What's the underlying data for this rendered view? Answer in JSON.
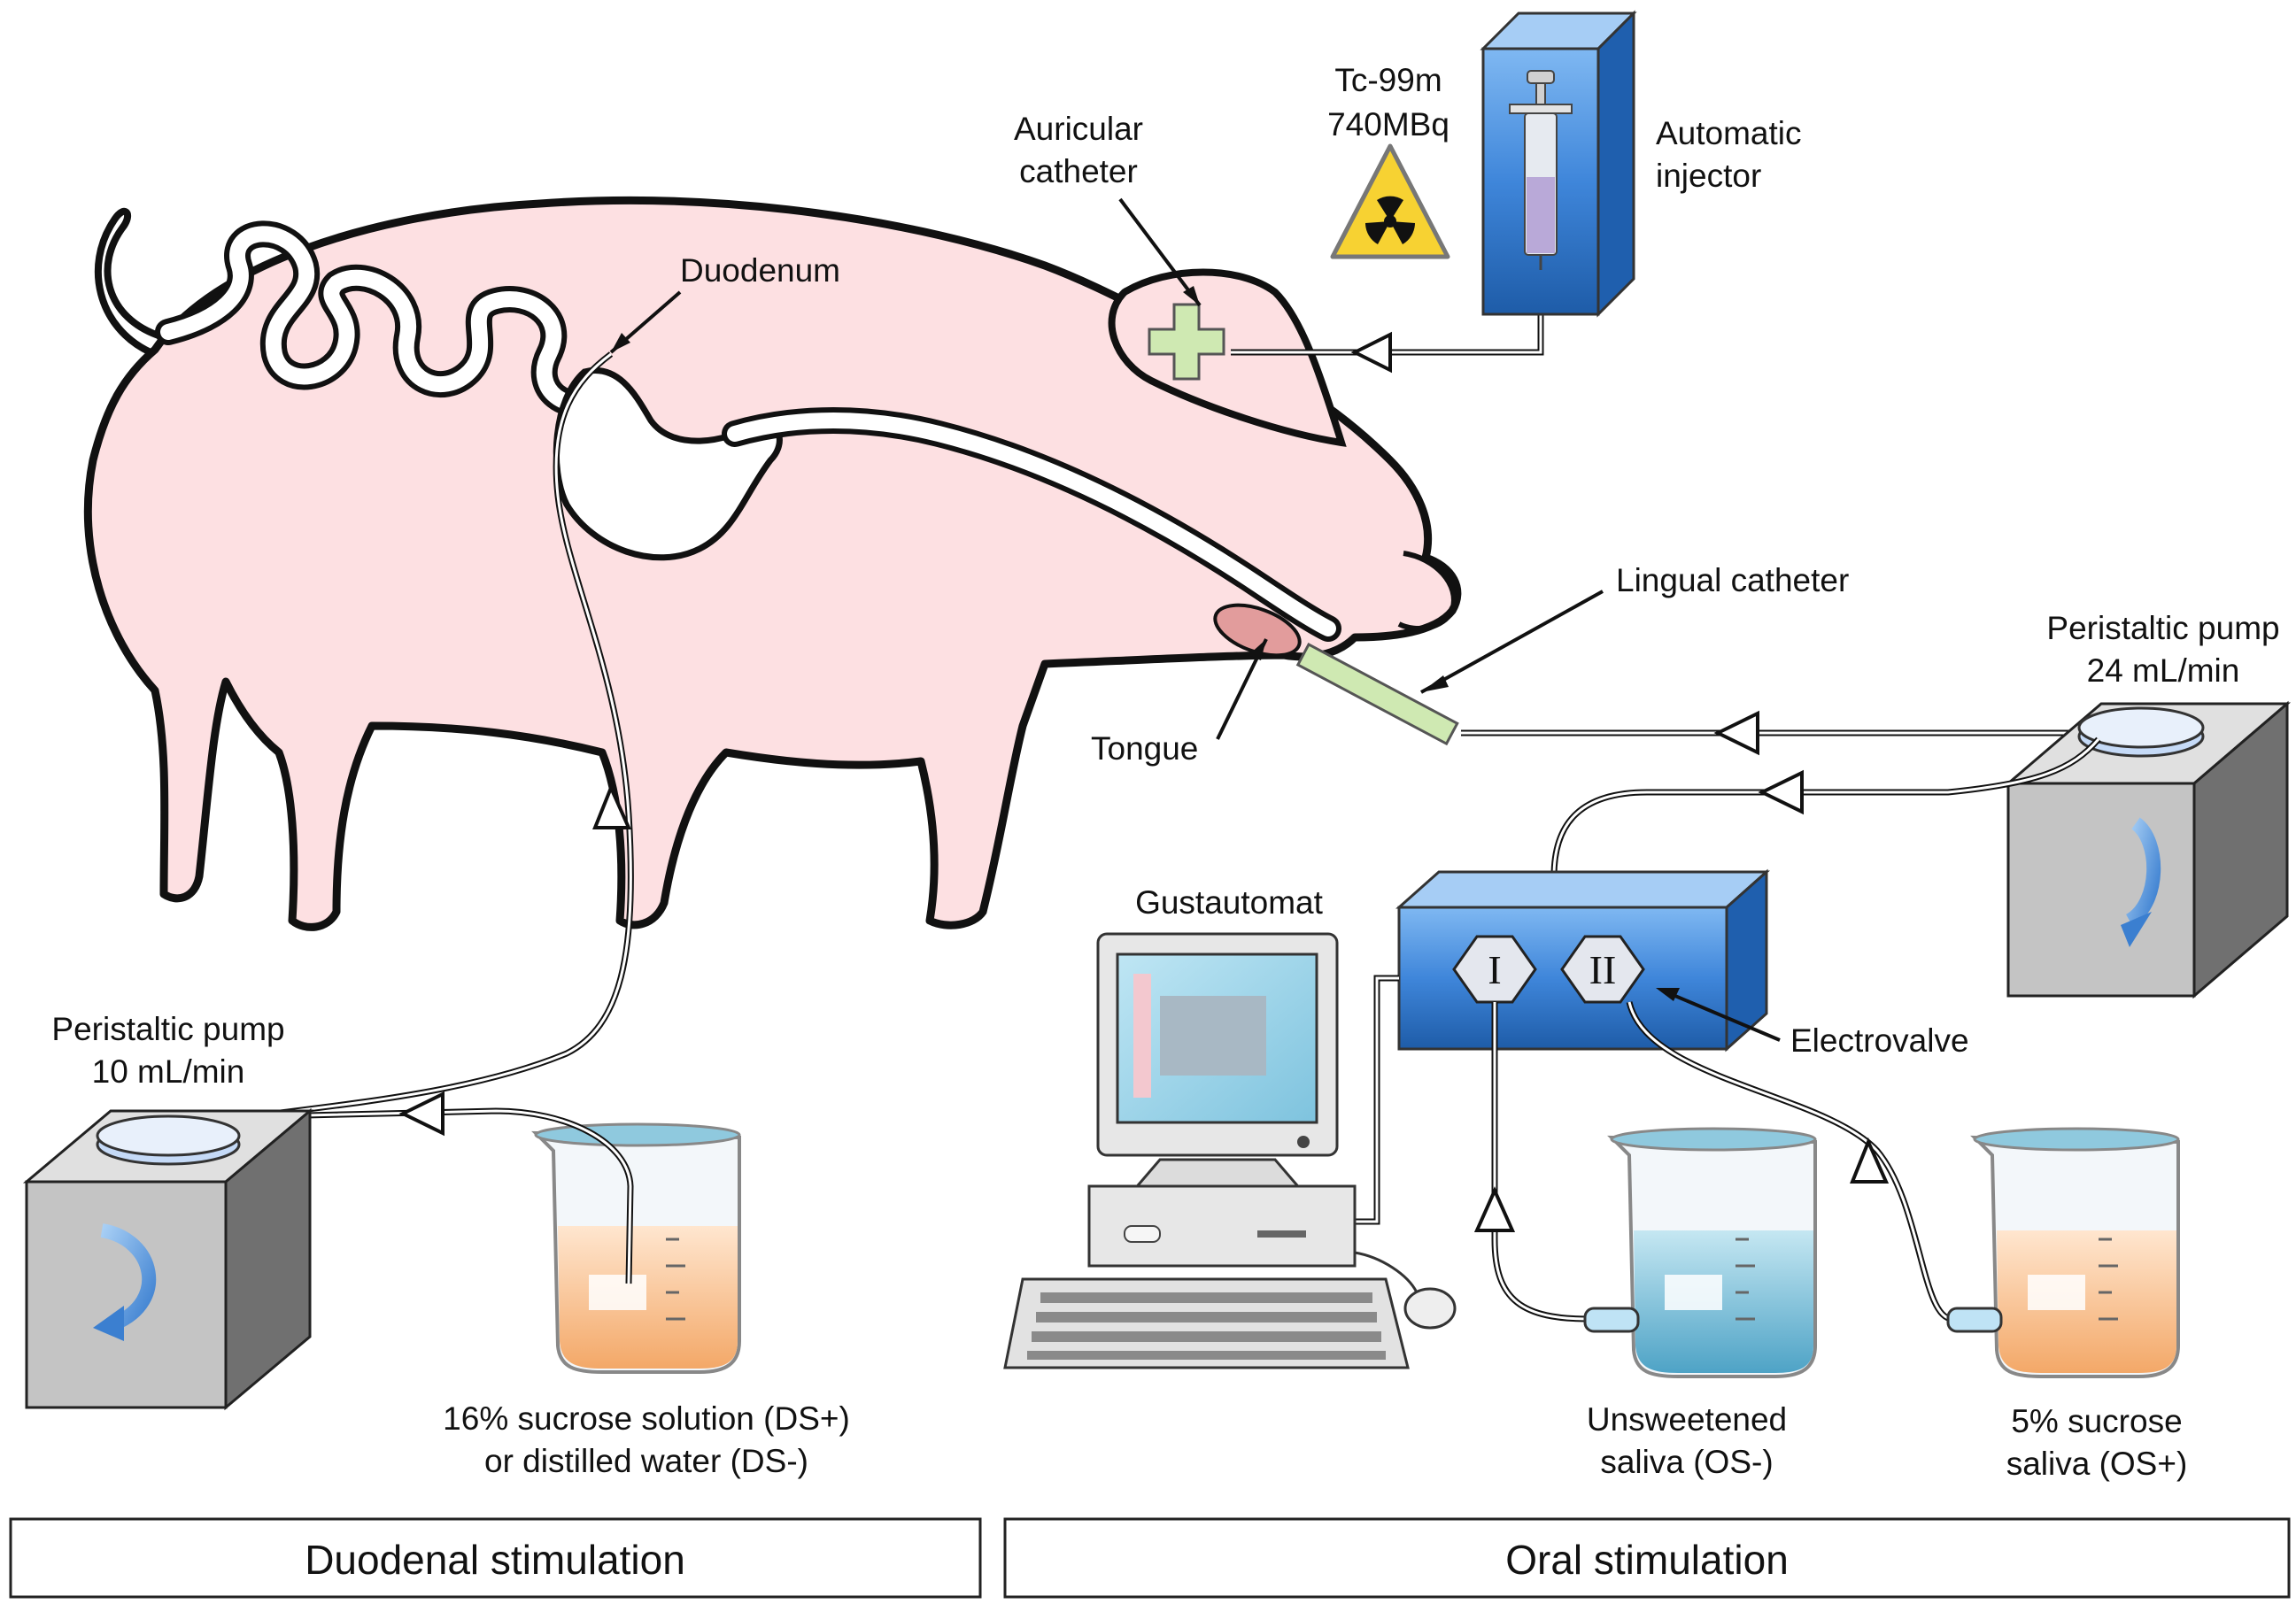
{
  "labels": {
    "duodenum": "Duodenum",
    "auricular_catheter": [
      "Auricular",
      "catheter"
    ],
    "isotope": [
      "Tc-99m",
      "740MBq"
    ],
    "automatic_injector": [
      "Automatic",
      "injector"
    ],
    "lingual_catheter": "Lingual catheter",
    "tongue": "Tongue",
    "pump_oral": [
      "Peristaltic pump",
      "24 mL/min"
    ],
    "pump_duodenal": [
      "Peristaltic pump",
      "10 mL/min"
    ],
    "gustautomat": "Gustautomat",
    "electrovalve": "Electrovalve",
    "valve_1": "I",
    "valve_2": "II",
    "duodenal_solution": [
      "16% sucrose solution (DS+)",
      "or distilled water (DS-)"
    ],
    "unsweetened_saliva": [
      "Unsweetened",
      "saliva (OS-)"
    ],
    "sucrose_saliva": [
      "5% sucrose",
      "saliva (OS+)"
    ]
  },
  "sections": {
    "duodenal": "Duodenal stimulation",
    "oral": "Oral stimulation"
  },
  "colors": {
    "pig_skin": "#fde0e2",
    "pump_box": "#c4c4c4",
    "valve_box": "#3d86d8",
    "injector_box": "#3d86d8",
    "water": "#8fc9de",
    "sucrose": "#f8c99d",
    "catheter": "#cfe9b2",
    "tongue": "#e29c9c",
    "radiation_sign": "#f7d232"
  }
}
